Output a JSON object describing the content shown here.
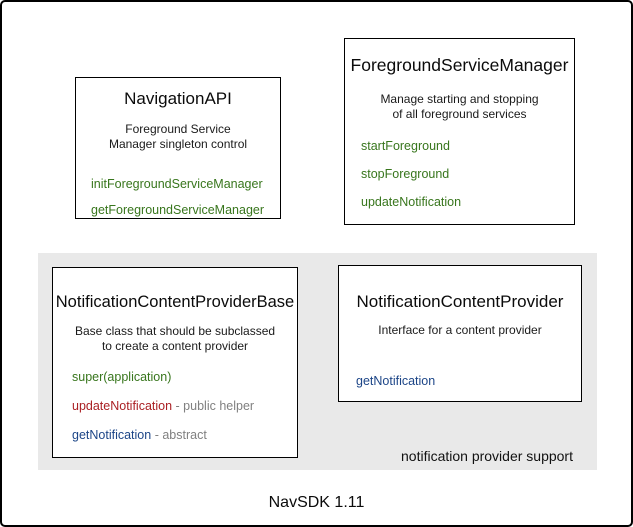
{
  "palette": {
    "green": "#38761d",
    "red": "#aa1f23",
    "blue": "#1c4587",
    "note_gray": "#808080",
    "panel_bg": "#e9e9e9"
  },
  "boxes": {
    "navigation_api": {
      "title": "NavigationAPI",
      "description": [
        "Foreground Service",
        "Manager singleton control"
      ],
      "methods": [
        {
          "name": "initForegroundServiceManager",
          "color": "green",
          "note": ""
        },
        {
          "name": "getForegroundServiceManager",
          "color": "green",
          "note": ""
        }
      ]
    },
    "foreground_service_manager": {
      "title": "ForegroundServiceManager",
      "description": [
        "Manage starting and stopping",
        "of all foreground services"
      ],
      "methods": [
        {
          "name": "startForeground",
          "color": "green",
          "note": ""
        },
        {
          "name": "stopForeground",
          "color": "green",
          "note": ""
        },
        {
          "name": "updateNotification",
          "color": "green",
          "note": ""
        }
      ]
    },
    "notification_content_provider_base": {
      "title": "NotificationContentProviderBase",
      "description": [
        "Base class that should be subclassed",
        "to create a content provider"
      ],
      "methods": [
        {
          "name": "super(application)",
          "color": "green",
          "note": ""
        },
        {
          "name": "updateNotification",
          "color": "red",
          "note": " - public helper"
        },
        {
          "name": "getNotification",
          "color": "blue",
          "note": " - abstract"
        }
      ]
    },
    "notification_content_provider": {
      "title": "NotificationContentProvider",
      "description": [
        "Interface for a content provider"
      ],
      "methods": [
        {
          "name": "getNotification",
          "color": "blue",
          "note": ""
        }
      ]
    }
  },
  "panel": {
    "label": "notification provider support"
  },
  "footer": {
    "label": "NavSDK 1.11"
  }
}
